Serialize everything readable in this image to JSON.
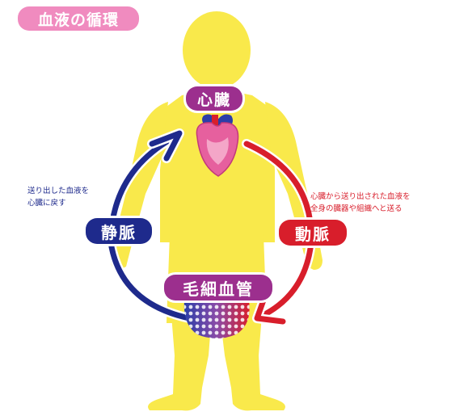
{
  "title": "血液の循環",
  "labels": {
    "heart": "心臓",
    "vein": "静脈",
    "artery": "動脈",
    "capillary": "毛細血管"
  },
  "notes": {
    "vein_line1": "送り出した血液を",
    "vein_line2": "心臓に戻す",
    "artery_line1": "心臓から送り出された血液を",
    "artery_line2": "全身の臓器や組織へと送る"
  },
  "colors": {
    "body": "#f9e94b",
    "vein": "#1e2a8c",
    "artery": "#d81e2b",
    "label_purple": "#9c2f8e",
    "title_pink": "#f08bbf"
  }
}
